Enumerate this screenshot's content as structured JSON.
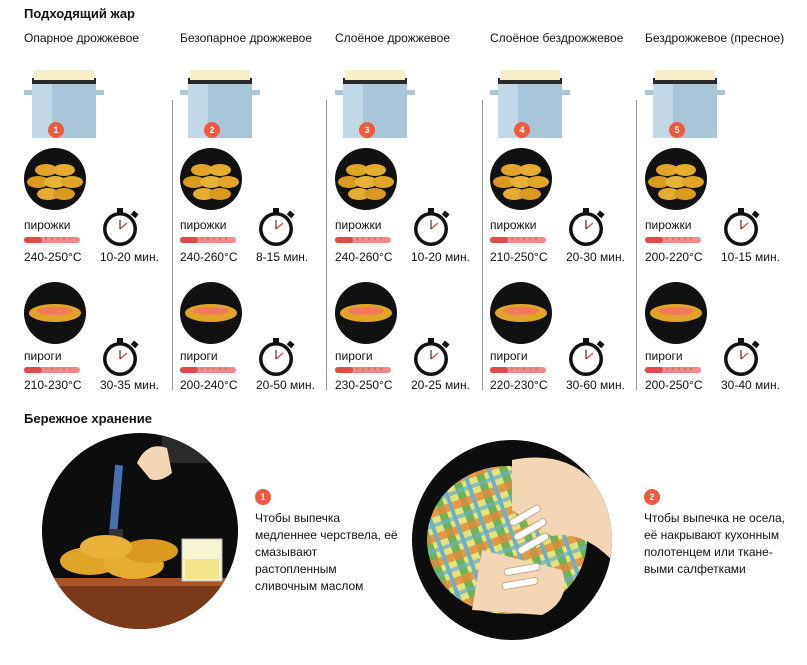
{
  "section1_title": "Подходящий жар",
  "section2_title": "Бережное хранение",
  "colors": {
    "accent": "#ef5a3c",
    "pot": "#a8c6d8",
    "dough": "#e0a526"
  },
  "columns": [
    {
      "num": "1",
      "title": "Опарное дрожжевое",
      "pirozhki": {
        "label": "пирожки",
        "temp": "240-250°C",
        "time": "10-20 мин."
      },
      "pirogi": {
        "label": "пироги",
        "temp": "210-230°C",
        "time": "30-35 мин."
      }
    },
    {
      "num": "2",
      "title": "Безопарное дрожжевое",
      "pirozhki": {
        "label": "пирожки",
        "temp": "240-260°C",
        "time": "8-15 мин."
      },
      "pirogi": {
        "label": "пироги",
        "temp": "200-240°C",
        "time": "20-50 мин."
      }
    },
    {
      "num": "3",
      "title": "Слоёное дрожжевое",
      "pirozhki": {
        "label": "пирожки",
        "temp": "240-260°C",
        "time": "10-20 мин."
      },
      "pirogi": {
        "label": "пироги",
        "temp": "230-250°C",
        "time": "20-25 мин."
      }
    },
    {
      "num": "4",
      "title": "Слоёное бездрожжевое",
      "pirozhki": {
        "label": "пирожки",
        "temp": "210-250°C",
        "time": "20-30 мин."
      },
      "pirogi": {
        "label": "пироги",
        "temp": "220-230°C",
        "time": "30-60 мин."
      }
    },
    {
      "num": "5",
      "title": "Бездрожжевое (пресное)",
      "pirozhki": {
        "label": "пирожки",
        "temp": "200-220°C",
        "time": "10-15 мин."
      },
      "pirogi": {
        "label": "пироги",
        "temp": "200-250°C",
        "time": "30-40 мин."
      }
    }
  ],
  "storage": [
    {
      "num": "1",
      "text": "Чтобы выпечка медленнее черствела, её смазывают растопленным сливочным маслом"
    },
    {
      "num": "2",
      "text": "Чтобы выпечка не осела, её накрывают кухонным полотенцем или ткане-выми салфетками"
    }
  ]
}
